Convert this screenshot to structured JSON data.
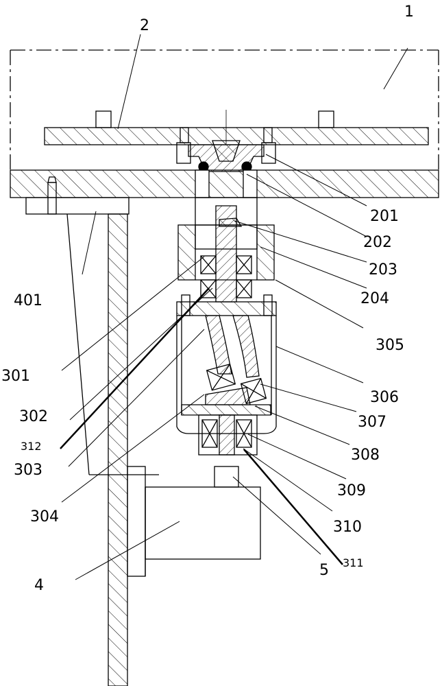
{
  "labels": {
    "l1": "1",
    "l2": "2",
    "l201": "201",
    "l202": "202",
    "l203": "203",
    "l204": "204",
    "l305": "305",
    "l306": "306",
    "l307": "307",
    "l308": "308",
    "l309": "309",
    "l310": "310",
    "l311": "311",
    "l5": "5",
    "l401": "401",
    "l301": "301",
    "l302": "302",
    "l312": "312",
    "l303": "303",
    "l304": "304",
    "l4": "4"
  },
  "colors": {
    "line": "#000000",
    "background": "#ffffff"
  }
}
